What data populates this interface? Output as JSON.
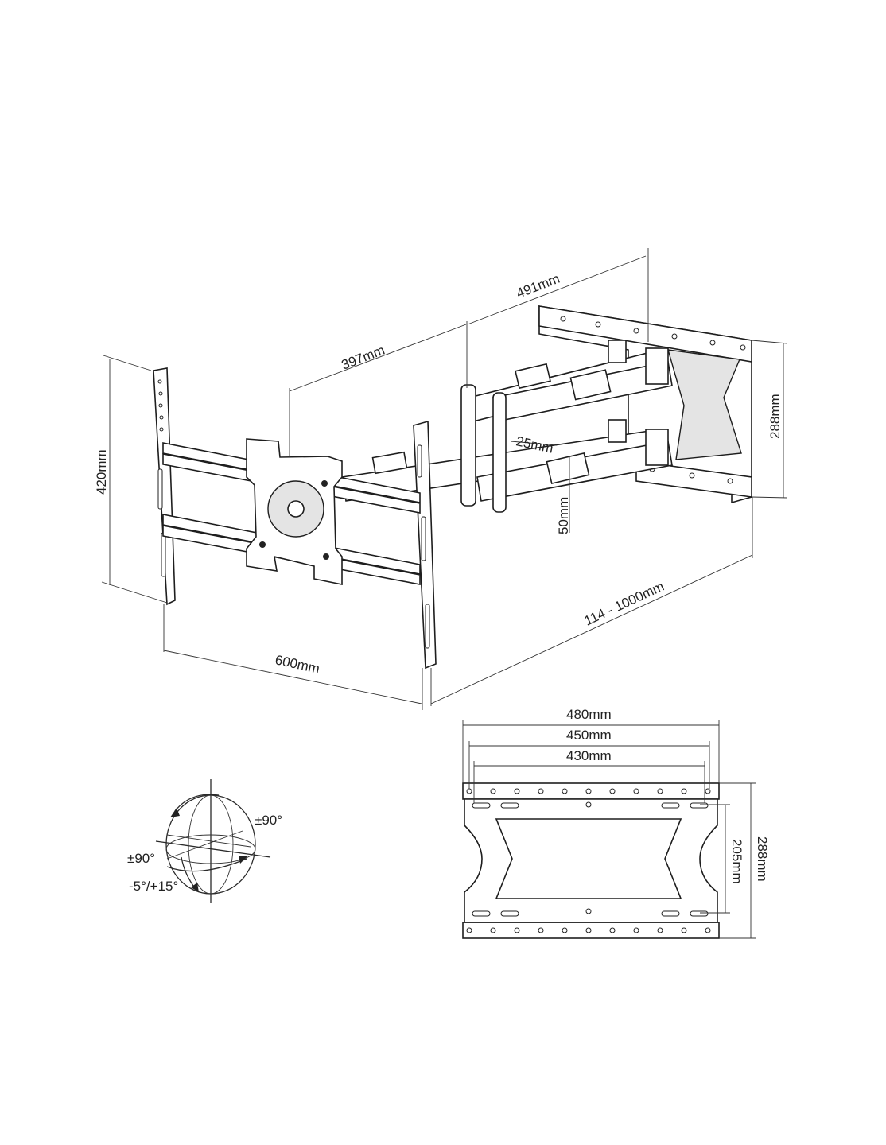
{
  "labels": {
    "arm_extension": "491mm",
    "arm_depth": "397mm",
    "tv_height": "420mm",
    "tv_width": "600mm",
    "wall_distance": "114 - 1000mm",
    "wall_plate_height": "288mm",
    "arm_gap_small": "25mm",
    "arm_gap_vertical": "50mm",
    "plate_width_outer": "480mm",
    "plate_width_mid": "450mm",
    "plate_width_inner": "430mm",
    "plate_height_inner": "205mm",
    "plate_height_outer": "288mm",
    "rotation": "±90°",
    "swivel": "±90°",
    "tilt": "-5°/+15°"
  }
}
